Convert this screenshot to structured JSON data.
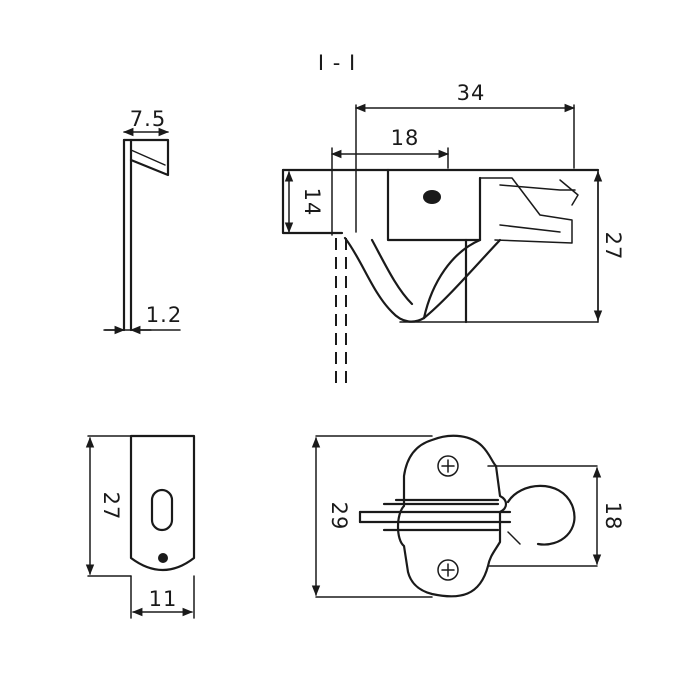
{
  "view_title": "I - I",
  "dimensions": {
    "side_top_width": "7.5",
    "side_thickness": "1.2",
    "top_total_width": "34",
    "top_slot_width": "18",
    "top_left_height": "14",
    "top_total_height": "27",
    "front_height": "27",
    "front_width": "11",
    "plan_height": "29",
    "plan_right_height": "18"
  }
}
